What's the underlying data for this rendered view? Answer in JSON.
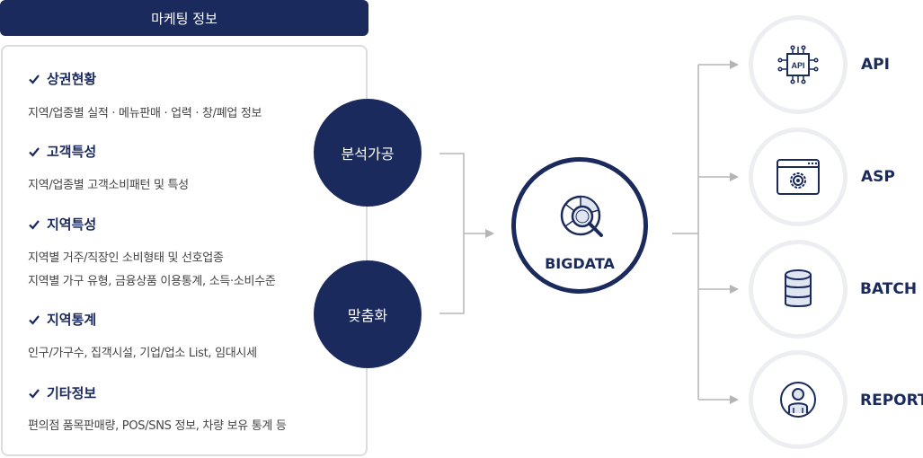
{
  "header": {
    "title": "마케팅 정보"
  },
  "sections": [
    {
      "title": "상권현황",
      "lines": [
        "지역/업종별 실적 · 메뉴판매 · 업력 · 창/폐업 정보"
      ]
    },
    {
      "title": "고객특성",
      "lines": [
        "지역/업종별 고객소비패턴 및 특성"
      ]
    },
    {
      "title": "지역특성",
      "lines": [
        "지역별 거주/직장인 소비형태 및 선호업종",
        "지역별 가구 유형, 금융상품 이용통계, 소득·소비수준"
      ]
    },
    {
      "title": "지역통계",
      "lines": [
        "인구/가구수, 집객시설, 기업/업소 List, 임대시세"
      ]
    },
    {
      "title": "기타정보",
      "lines": [
        "편의점 품목판매량, POS/SNS 정보, 차량 보유 통계 등"
      ]
    }
  ],
  "process": {
    "analysis": "분석가공",
    "custom": "맞춤화"
  },
  "center": {
    "label": "BIGDATA",
    "icon": "data-analysis-icon"
  },
  "outputs": [
    {
      "label": "API",
      "icon": "api-chip-icon"
    },
    {
      "label": "ASP",
      "icon": "browser-gear-icon"
    },
    {
      "label": "BATCH",
      "icon": "database-icon"
    },
    {
      "label": "REPORT",
      "icon": "user-report-icon"
    }
  ],
  "colors": {
    "navy": "#1b2a5c",
    "connector": "#b5b5b5",
    "circle_border": "#eceef2"
  }
}
